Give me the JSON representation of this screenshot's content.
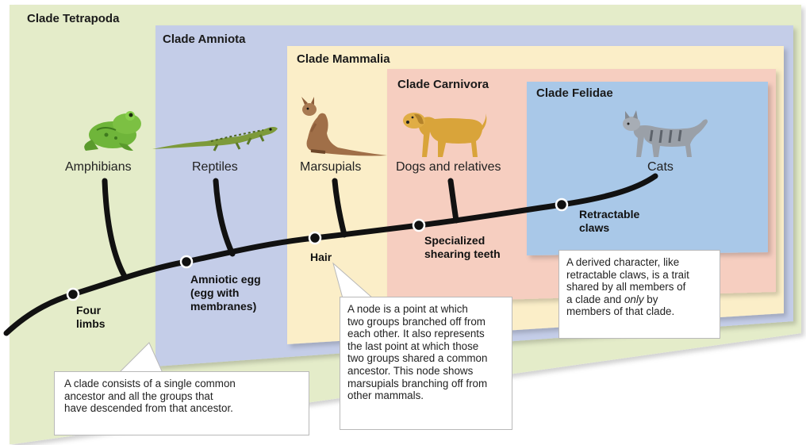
{
  "clades": {
    "tetrapoda": "Clade Tetrapoda",
    "amniota": "Clade Amniota",
    "mammalia": "Clade Mammalia",
    "carnivora": "Clade Carnivora",
    "felidae": "Clade Felidae"
  },
  "colors": {
    "tetrapoda": "#e4ecc9",
    "amniota": "#c4cde8",
    "mammalia": "#fbeec8",
    "carnivora": "#f6cec0",
    "felidae": "#a9c8e8",
    "branch": "#111111"
  },
  "taxa": {
    "amphibians": "Amphibians",
    "reptiles": "Reptiles",
    "marsupials": "Marsupials",
    "dogs": "Dogs and relatives",
    "cats": "Cats"
  },
  "traits": {
    "four_limbs_1": "Four",
    "four_limbs_2": "limbs",
    "amniotic_1": "Amniotic egg",
    "amniotic_2": "(egg with",
    "amniotic_3": "membranes)",
    "hair": "Hair",
    "teeth_1": "Specialized",
    "teeth_2": "shearing teeth",
    "claws_1": "Retractable",
    "claws_2": "claws"
  },
  "notes": {
    "clade": [
      "A clade consists of a single common",
      "ancestor and all the groups that",
      "have descended from that ancestor."
    ],
    "node": [
      "A node is a point at which",
      "two groups branched off from",
      "each other. It also represents",
      "the last point at which those",
      "two groups shared a common",
      "ancestor. This node shows",
      "marsupials branching off from",
      "other mammals."
    ],
    "derived": {
      "l1": "A derived character, like",
      "l2": "retractable claws, is a trait",
      "l3": "shared by all members of",
      "l4a": "a clade and ",
      "l4b": "only",
      "l4c": " by",
      "l5": "members of that clade."
    }
  },
  "icons": [
    "frog-icon",
    "lizard-icon",
    "kangaroo-icon",
    "dog-icon",
    "cat-icon"
  ]
}
